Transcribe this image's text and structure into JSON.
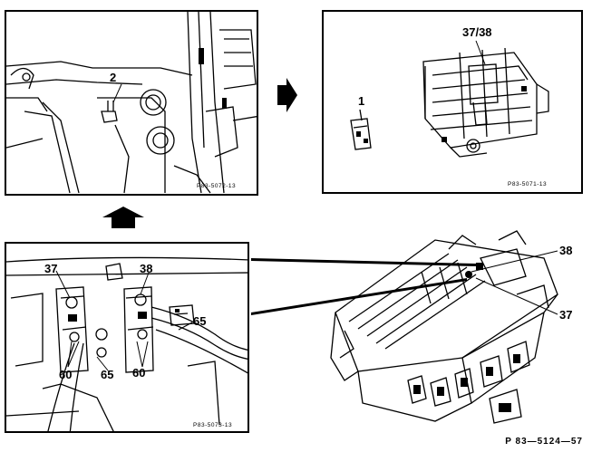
{
  "top_left": {
    "callout_2": "2",
    "figure_code": "P83-5072-13"
  },
  "top_right": {
    "callout_37_38": "37/38",
    "callout_1": "1",
    "figure_code": "P83-5071-13"
  },
  "bottom_left": {
    "callout_37": "37",
    "callout_38": "38",
    "callout_65_right": "65",
    "callout_65_bottom": "65",
    "callout_60_left": "60",
    "callout_60_right": "60",
    "figure_code": "P83-5073-13"
  },
  "main": {
    "callout_38": "38",
    "callout_37": "37",
    "figure_code": "P 83—5124—57"
  },
  "arrows": {
    "right_arrow": "arrow-right-icon",
    "up_arrow": "arrow-up-icon"
  }
}
